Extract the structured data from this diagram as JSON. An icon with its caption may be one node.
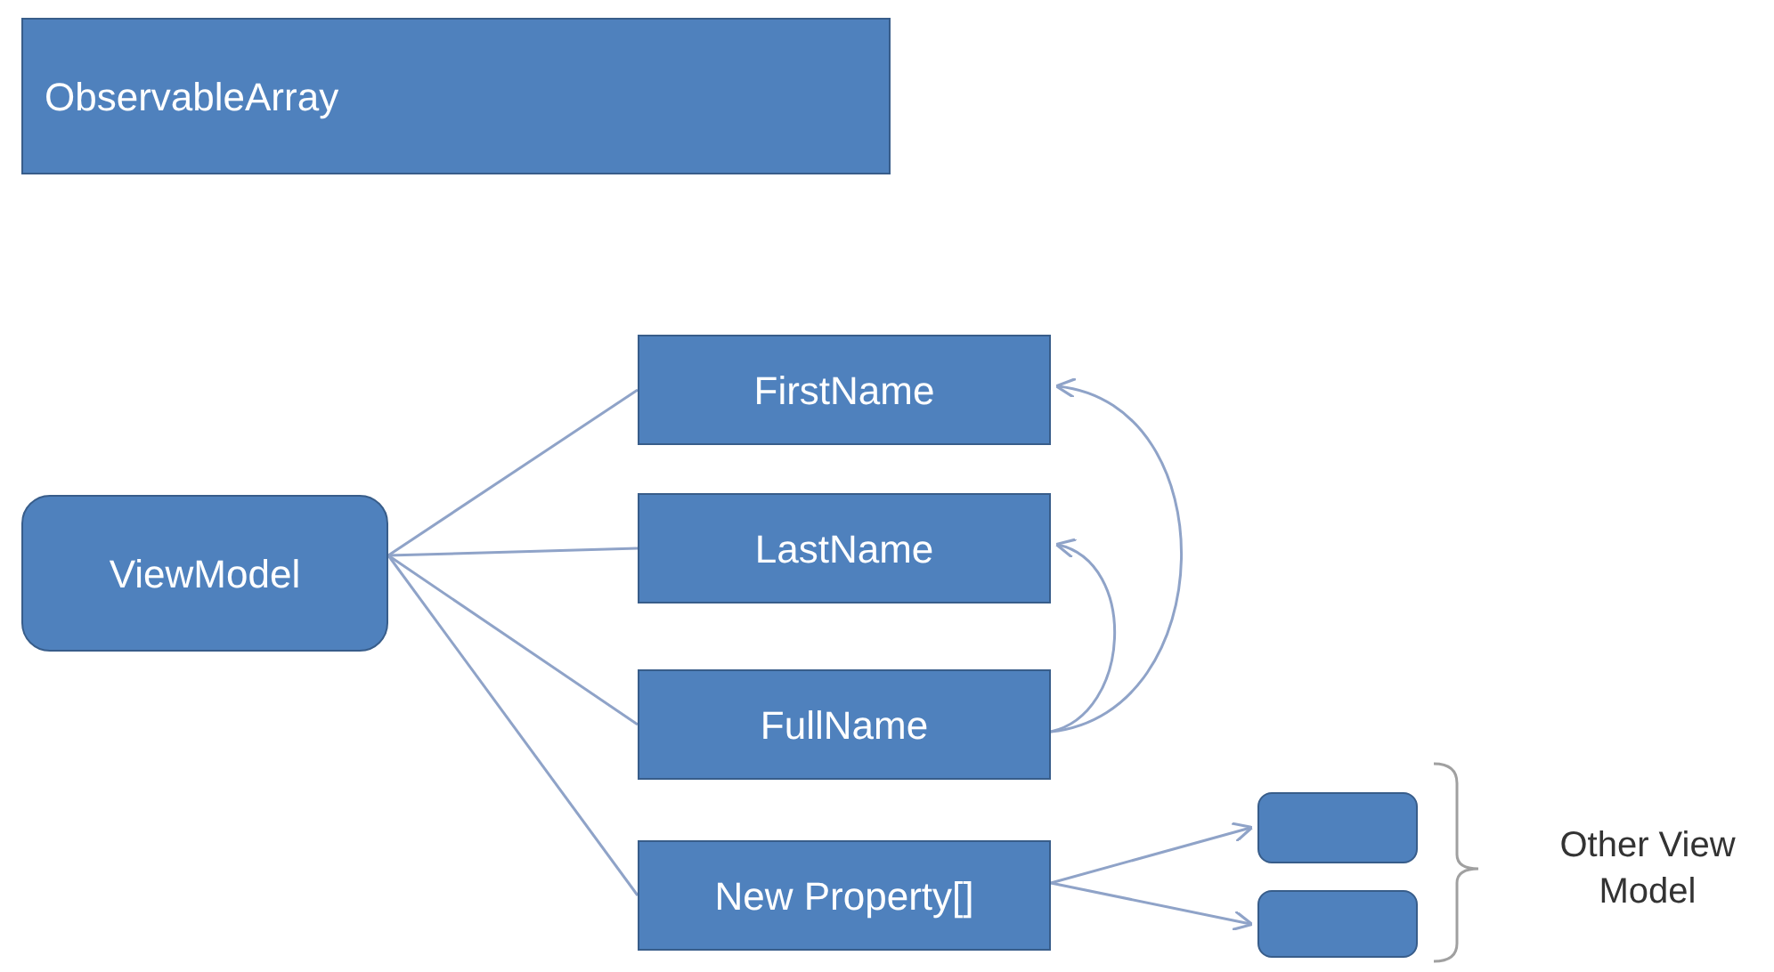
{
  "diagram": {
    "nodes": [
      {
        "text": [
          "ObservableArray"
        ]
      },
      {
        "text": [
          "ViewModel"
        ]
      },
      {
        "text": [
          "FirstName"
        ]
      },
      {
        "text": [
          "LastName"
        ]
      },
      {
        "text": [
          "FullName"
        ]
      },
      {
        "text": [
          "New Property[]"
        ]
      },
      {
        "text": [],
        "shape": "box"
      },
      {
        "text": [],
        "shape": "box"
      }
    ],
    "edges": [
      {
        "from": 1,
        "to": 2,
        "arrow": "none"
      },
      {
        "from": 1,
        "to": 3,
        "arrow": "none"
      },
      {
        "from": 1,
        "to": 4,
        "arrow": "none"
      },
      {
        "from": 1,
        "to": 5,
        "arrow": "none"
      },
      {
        "from": 4,
        "to": 2,
        "arrow": "to"
      },
      {
        "from": 4,
        "to": 3,
        "arrow": "to"
      },
      {
        "from": 5,
        "to": 6,
        "arrow": "to"
      },
      {
        "from": 5,
        "to": 7,
        "arrow": "to"
      }
    ],
    "labels": [
      "Other View Model"
    ]
  }
}
